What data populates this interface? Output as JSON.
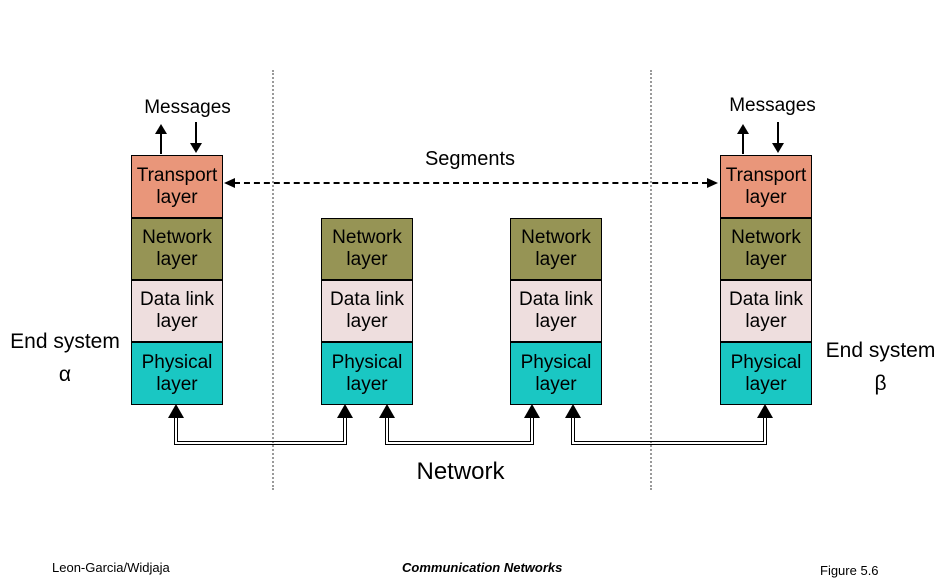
{
  "layers": {
    "transport": {
      "line1": "Transport",
      "line2": "layer"
    },
    "network": {
      "line1": "Network",
      "line2": "layer"
    },
    "data_link": {
      "line1": "Data link",
      "line2": "layer"
    },
    "physical": {
      "line1": "Physical",
      "line2": "layer"
    }
  },
  "stacks": [
    {
      "name": "end-system-alpha",
      "layers": [
        "transport",
        "network",
        "data_link",
        "physical"
      ]
    },
    {
      "name": "network-node-1",
      "layers": [
        "network",
        "data_link",
        "physical"
      ]
    },
    {
      "name": "network-node-2",
      "layers": [
        "network",
        "data_link",
        "physical"
      ]
    },
    {
      "name": "end-system-beta",
      "layers": [
        "transport",
        "network",
        "data_link",
        "physical"
      ]
    }
  ],
  "annotations": {
    "messages_left": "Messages",
    "messages_right": "Messages",
    "segments": "Segments",
    "network": "Network",
    "end_system_alpha": {
      "line1": "End system",
      "line2": "α"
    },
    "end_system_beta": {
      "line1": "End system",
      "line2": "β"
    }
  },
  "colors": {
    "transport": "#E9967A",
    "network": "#969455",
    "data_link": "#EEDEDE",
    "physical": "#1AC7C3",
    "line": "#000000",
    "separator": "#9A9A9A"
  },
  "footer": {
    "authors": "Leon-Garcia/Widjaja",
    "book_title": "Communication Networks",
    "figure_number": "Figure 5.6"
  }
}
